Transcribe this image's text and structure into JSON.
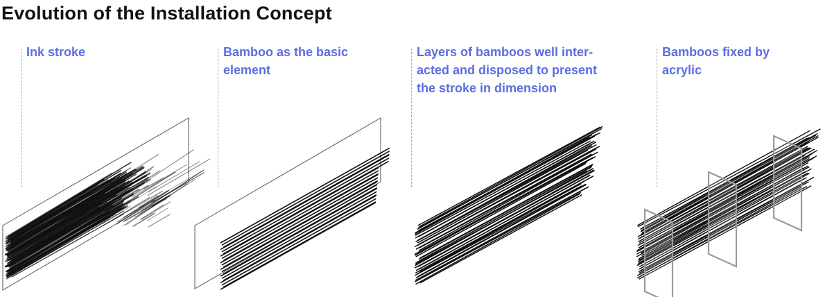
{
  "title": "Evolution of the Installation Concept",
  "stages": [
    {
      "lines": [
        "Ink stroke"
      ]
    },
    {
      "lines": [
        "Bamboo as the basic",
        "element"
      ]
    },
    {
      "lines": [
        "Layers of bamboos well inter-",
        "acted and disposed to present",
        "the stroke in dimension"
      ]
    },
    {
      "lines": [
        "Bamboos fixed by",
        "acrylic"
      ]
    }
  ],
  "colors": {
    "label": "#5b6ee0",
    "title": "#111111",
    "leader": "#a6a6a6",
    "ink": "#111111",
    "acrylic": "#9a9a9a"
  }
}
